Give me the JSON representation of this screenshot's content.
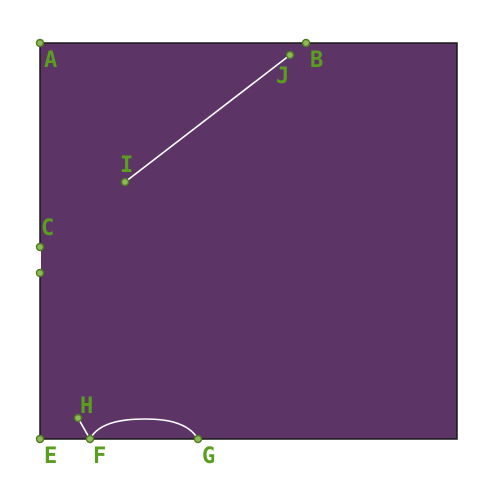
{
  "colors": {
    "fill": "#5c3566",
    "border": "#1a1a1a",
    "curve": "#ffffff",
    "point": "#6ea33a",
    "label": "#5a9e1f"
  },
  "points": {
    "A": {
      "label": "A"
    },
    "B": {
      "label": "B"
    },
    "C": {
      "label": "C"
    },
    "E": {
      "label": "E"
    },
    "F": {
      "label": "F"
    },
    "G": {
      "label": "G"
    },
    "H": {
      "label": "H"
    },
    "I": {
      "label": "I"
    },
    "J": {
      "label": "J"
    }
  }
}
